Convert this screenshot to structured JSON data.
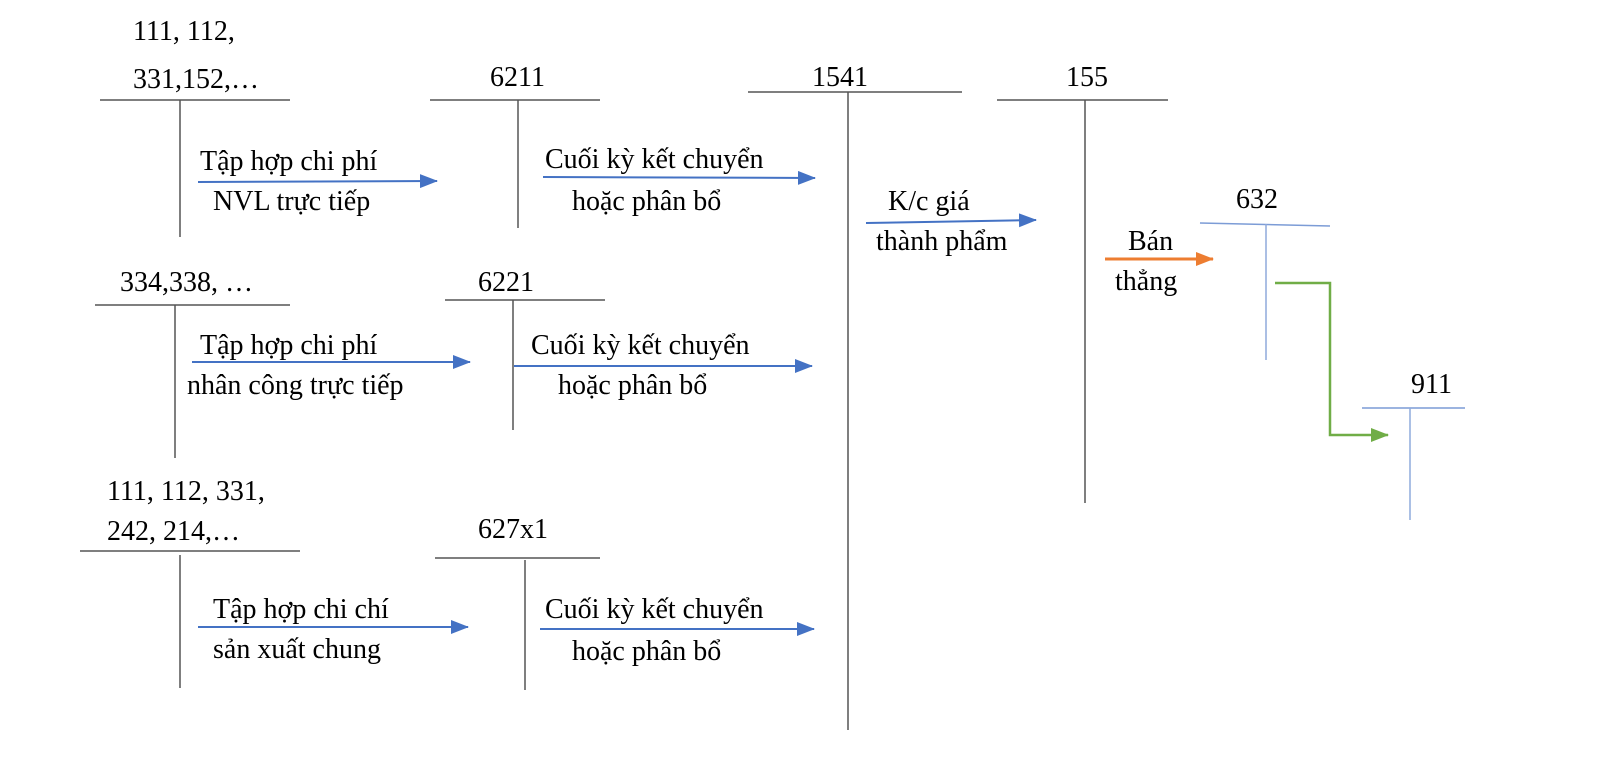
{
  "accounts": {
    "a111_line1": "111, 112,",
    "a111_line2": "331,152,…",
    "a6211": "6211",
    "a1541": "1541",
    "a155": "155",
    "a632": "632",
    "a911": "911",
    "a334": "334,338, …",
    "a6221": "6221",
    "a111b_line1": "111, 112, 331,",
    "a111b_line2": "242, 214,…",
    "a627": "627x1"
  },
  "flows": {
    "nvl_1": "Tập hợp chi phí",
    "nvl_2": "NVL trực tiếp",
    "kc6211_1": "Cuối kỳ kết chuyển",
    "kc6211_2": "hoặc phân bổ",
    "nc_1": "Tập hợp chi phí",
    "nc_2": "nhân công trực tiếp",
    "kc6221_1": "Cuối kỳ kết chuyển",
    "kc6221_2": "hoặc phân bổ",
    "sxc_1": "Tập hợp chi chí",
    "sxc_2": "sản xuất chung",
    "kc627_1": "Cuối kỳ kết chuyển",
    "kc627_2": "hoặc phân bổ",
    "tp_1": "K/c giá",
    "tp_2": "thành phẩm",
    "ban_1": "Bán",
    "ban_2": "thẳng"
  },
  "colors": {
    "blue": "#4472C4",
    "orange": "#ED7D31",
    "green": "#70AD47",
    "line": "#555555",
    "light_blue": "#8FAADC"
  }
}
